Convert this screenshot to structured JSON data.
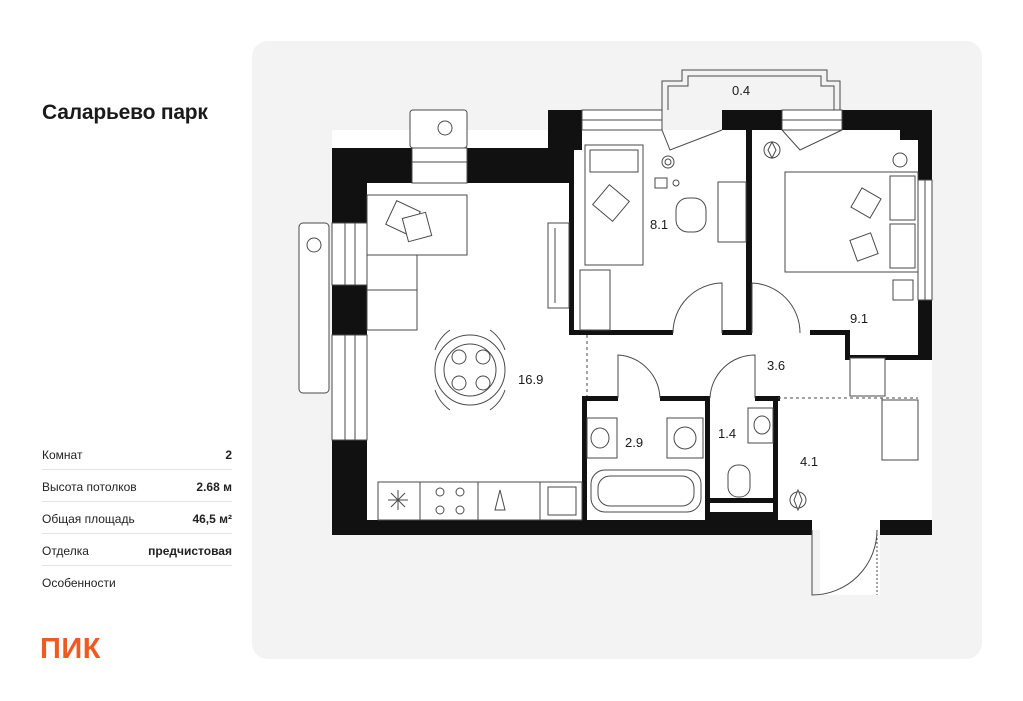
{
  "project": {
    "title": "Саларьево парк"
  },
  "specs": [
    {
      "label": "Комнат",
      "value": "2"
    },
    {
      "label": "Высота потолков",
      "value": "2.68 м"
    },
    {
      "label": "Общая площадь",
      "value": "46,5 м²"
    },
    {
      "label": "Отделка",
      "value": "предчистовая"
    },
    {
      "label": "Особенности",
      "value": ""
    }
  ],
  "brand": {
    "logo_text": "ПИК",
    "accent": "#ef5a23"
  },
  "rooms": {
    "balcony": "0.4",
    "kitchen_living": "16.9",
    "bedroom_small": "8.1",
    "bedroom_large": "9.1",
    "hall": "3.6",
    "bathroom": "2.9",
    "toilet": "1.4",
    "entrance": "4.1"
  },
  "colors": {
    "wall": "#111111",
    "panel": "#f3f3f3",
    "floor": "#ffffff",
    "furniture_stroke": "#4a4a4a"
  }
}
